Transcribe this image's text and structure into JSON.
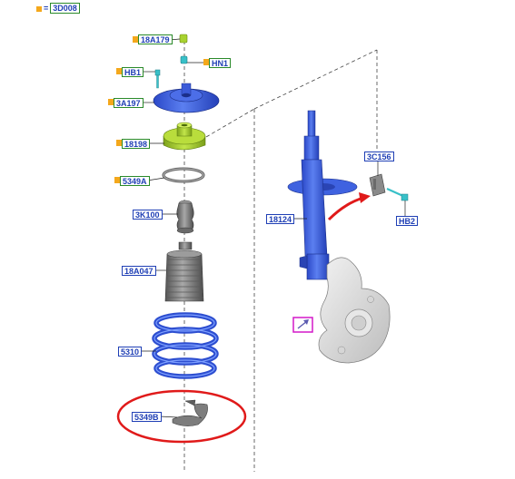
{
  "legend": {
    "equals": "=",
    "code": "3D008"
  },
  "callouts": {
    "p18A179": "18A179",
    "hn1": "HN1",
    "hb1": "HB1",
    "p3A197": "3A197",
    "p18198": "18198",
    "p5349A": "5349A",
    "p3K100": "3K100",
    "p18A047": "18A047",
    "p5310": "5310",
    "p5349B": "5349B",
    "p18124": "18124",
    "p3C156": "3C156",
    "hb2": "HB2"
  },
  "colors": {
    "part_blue": "#3a5fe0",
    "part_green": "#a8d230",
    "rubber_grey": "#8a8a8a",
    "label_blue": "#1f3fb5",
    "label_green": "#2a8a2a",
    "highlight_red": "#e01a1a",
    "magenta": "#d419c8",
    "bullet_orange": "#f4a81c"
  },
  "icons": [
    "arrow-icon",
    "link-indicator-icon"
  ]
}
